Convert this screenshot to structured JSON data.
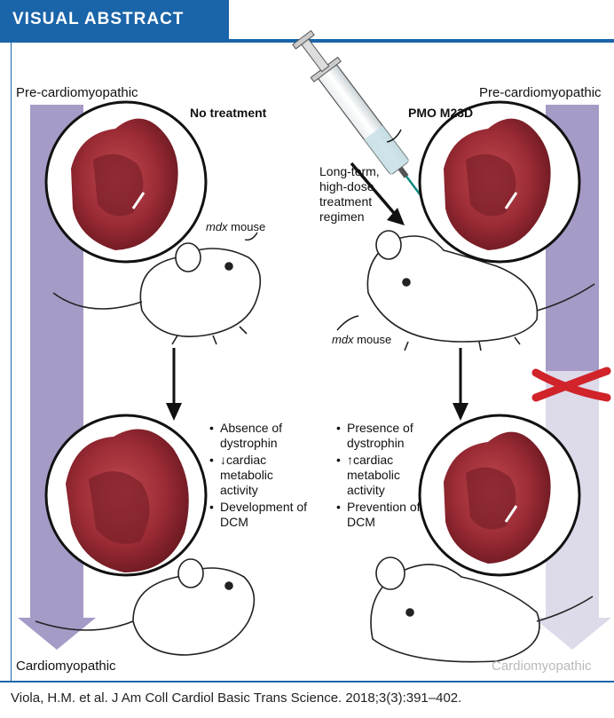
{
  "header": {
    "title": "VISUAL ABSTRACT"
  },
  "left": {
    "top_label": "Pre-cardiomyopathic",
    "treatment_label": "No treatment",
    "mouse_label_italic": "mdx",
    "mouse_label_rest": " mouse",
    "bottom_label": "Cardiomyopathic",
    "outcomes": [
      "Absence of dystrophin",
      "↓cardiac metabolic activity",
      "Development of DCM"
    ]
  },
  "right": {
    "top_label": "Pre-cardiomyopathic",
    "drug_label": "PMO M23D",
    "regimen_label": "Long-term, high-dose treatment regimen",
    "mouse_label_italic": "mdx",
    "mouse_label_rest": " mouse",
    "bottom_label": "Cardiomyopathic",
    "outcomes": [
      "Presence of dystrophin",
      "↑cardiac metabolic activity",
      "Prevention of DCM"
    ]
  },
  "citation": "Viola, H.M. et al. J Am Coll Cardiol Basic Trans Science. 2018;3(3):391–402.",
  "colors": {
    "brand": "#1a64a9",
    "arrow": "#a59bc6",
    "arrow_faded": "#dddaea",
    "heart": "#9b2b35",
    "cross": "#d0232a"
  }
}
